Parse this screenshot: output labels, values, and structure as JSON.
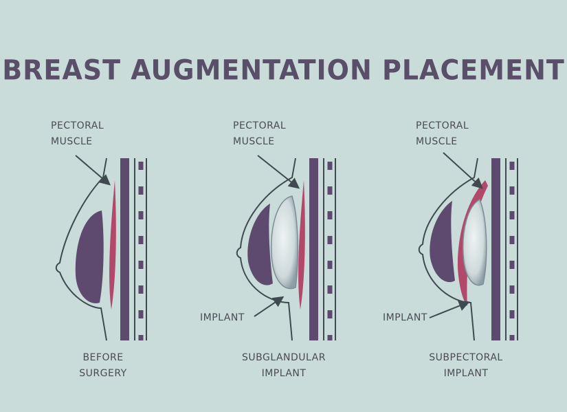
{
  "title": "BREAST AUGMENTATION PLACEMENT",
  "panels": [
    {
      "muscle_label_1": "PECTORAL",
      "muscle_label_2": "MUSCLE",
      "caption_1": "BEFORE",
      "caption_2": "SURGERY"
    },
    {
      "muscle_label_1": "PECTORAL",
      "muscle_label_2": "MUSCLE",
      "implant_label": "IMPLANT",
      "caption_1": "SUBGLANDULAR",
      "caption_2": "IMPLANT"
    },
    {
      "muscle_label_1": "PECTORAL",
      "muscle_label_2": "MUSCLE",
      "implant_label": "IMPLANT",
      "caption_1": "SUBPECTORAL",
      "caption_2": "IMPLANT"
    }
  ],
  "colors": {
    "background": "#c9dcd9",
    "gland": "#5e4a6e",
    "muscle": "#b2496a",
    "outline": "#3f4a50",
    "implant": "#d8e2e4"
  }
}
